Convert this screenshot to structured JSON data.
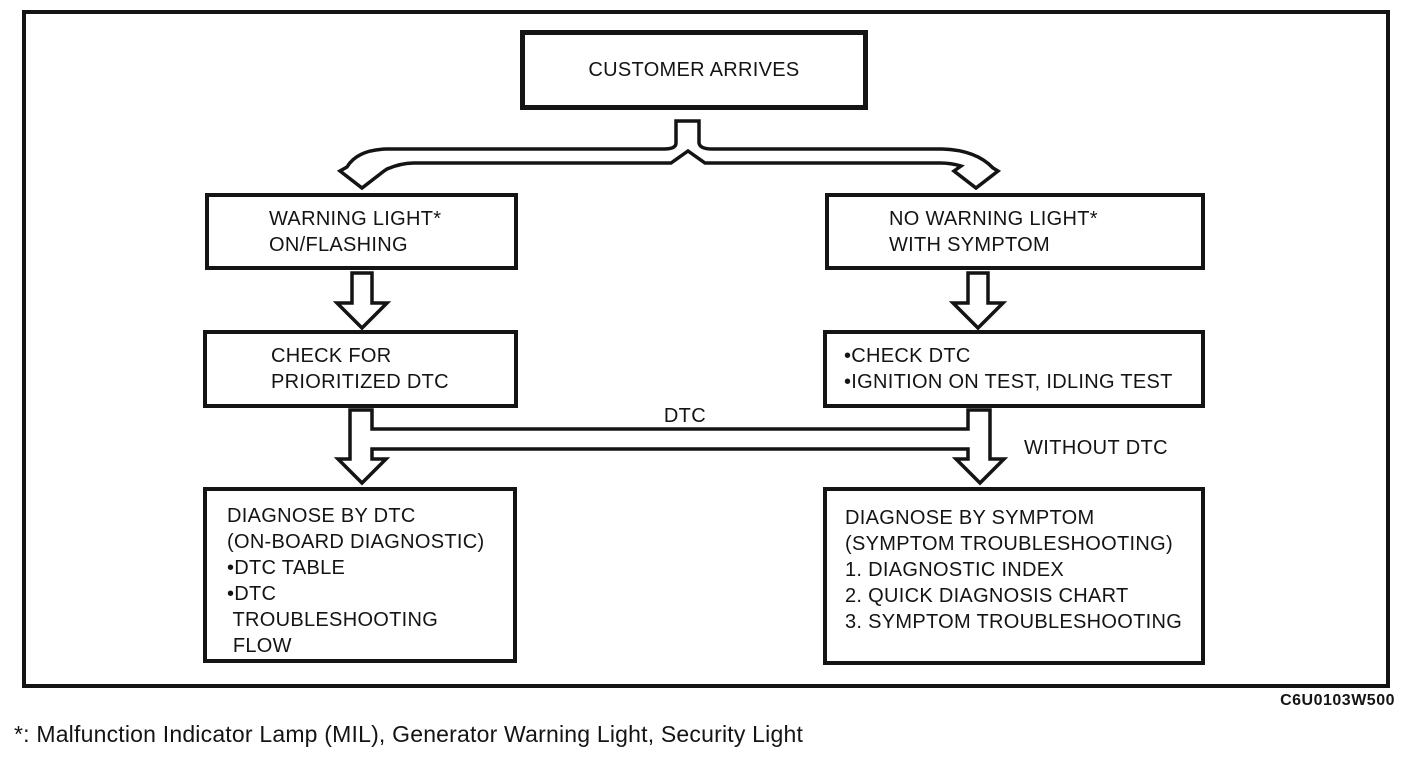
{
  "diagram": {
    "boxes": {
      "customer": {
        "lines": [
          "CUSTOMER ARRIVES"
        ]
      },
      "warning_light": {
        "lines": [
          "WARNING LIGHT*",
          "ON/FLASHING"
        ]
      },
      "no_warning_light": {
        "lines": [
          "NO WARNING LIGHT*",
          "WITH SYMPTOM"
        ]
      },
      "check_prioritized": {
        "lines": [
          "CHECK FOR",
          "PRIORITIZED DTC"
        ]
      },
      "check_dtc": {
        "lines": [
          "•CHECK DTC",
          "•IGNITION ON TEST, IDLING TEST"
        ]
      },
      "diagnose_by_dtc": {
        "lines": [
          "DIAGNOSE BY DTC",
          "(ON-BOARD DIAGNOSTIC)",
          "•DTC TABLE",
          "•DTC",
          " TROUBLESHOOTING",
          " FLOW"
        ]
      },
      "diagnose_by_symptom": {
        "lines": [
          "DIAGNOSE BY SYMPTOM",
          "(SYMPTOM TROUBLESHOOTING)",
          "1. DIAGNOSTIC INDEX",
          "2. QUICK DIAGNOSIS CHART",
          "3. SYMPTOM TROUBLESHOOTING"
        ]
      }
    },
    "flow_labels": {
      "dtc": "DTC",
      "without_dtc": "WITHOUT DTC"
    },
    "figure_code": "C6U0103W500",
    "footnote": "*: Malfunction Indicator Lamp (MIL), Generator Warning Light, Security Light",
    "colors": {
      "ink": "#141414",
      "background": "#ffffff"
    }
  }
}
